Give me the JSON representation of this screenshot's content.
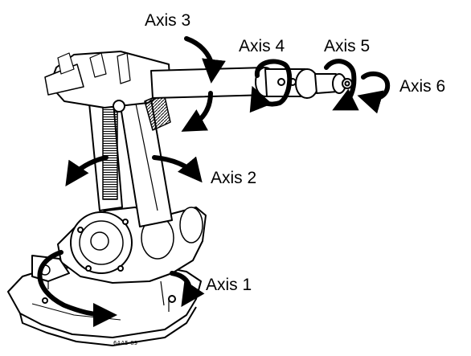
{
  "labels": {
    "axis1": "Axis 1",
    "axis2": "Axis 2",
    "axis3": "Axis 3",
    "axis4": "Axis 4",
    "axis5": "Axis 5",
    "axis6": "Axis 6"
  },
  "part_number": "6AA5-89",
  "colors": {
    "line": "#000000",
    "background": "#ffffff"
  }
}
